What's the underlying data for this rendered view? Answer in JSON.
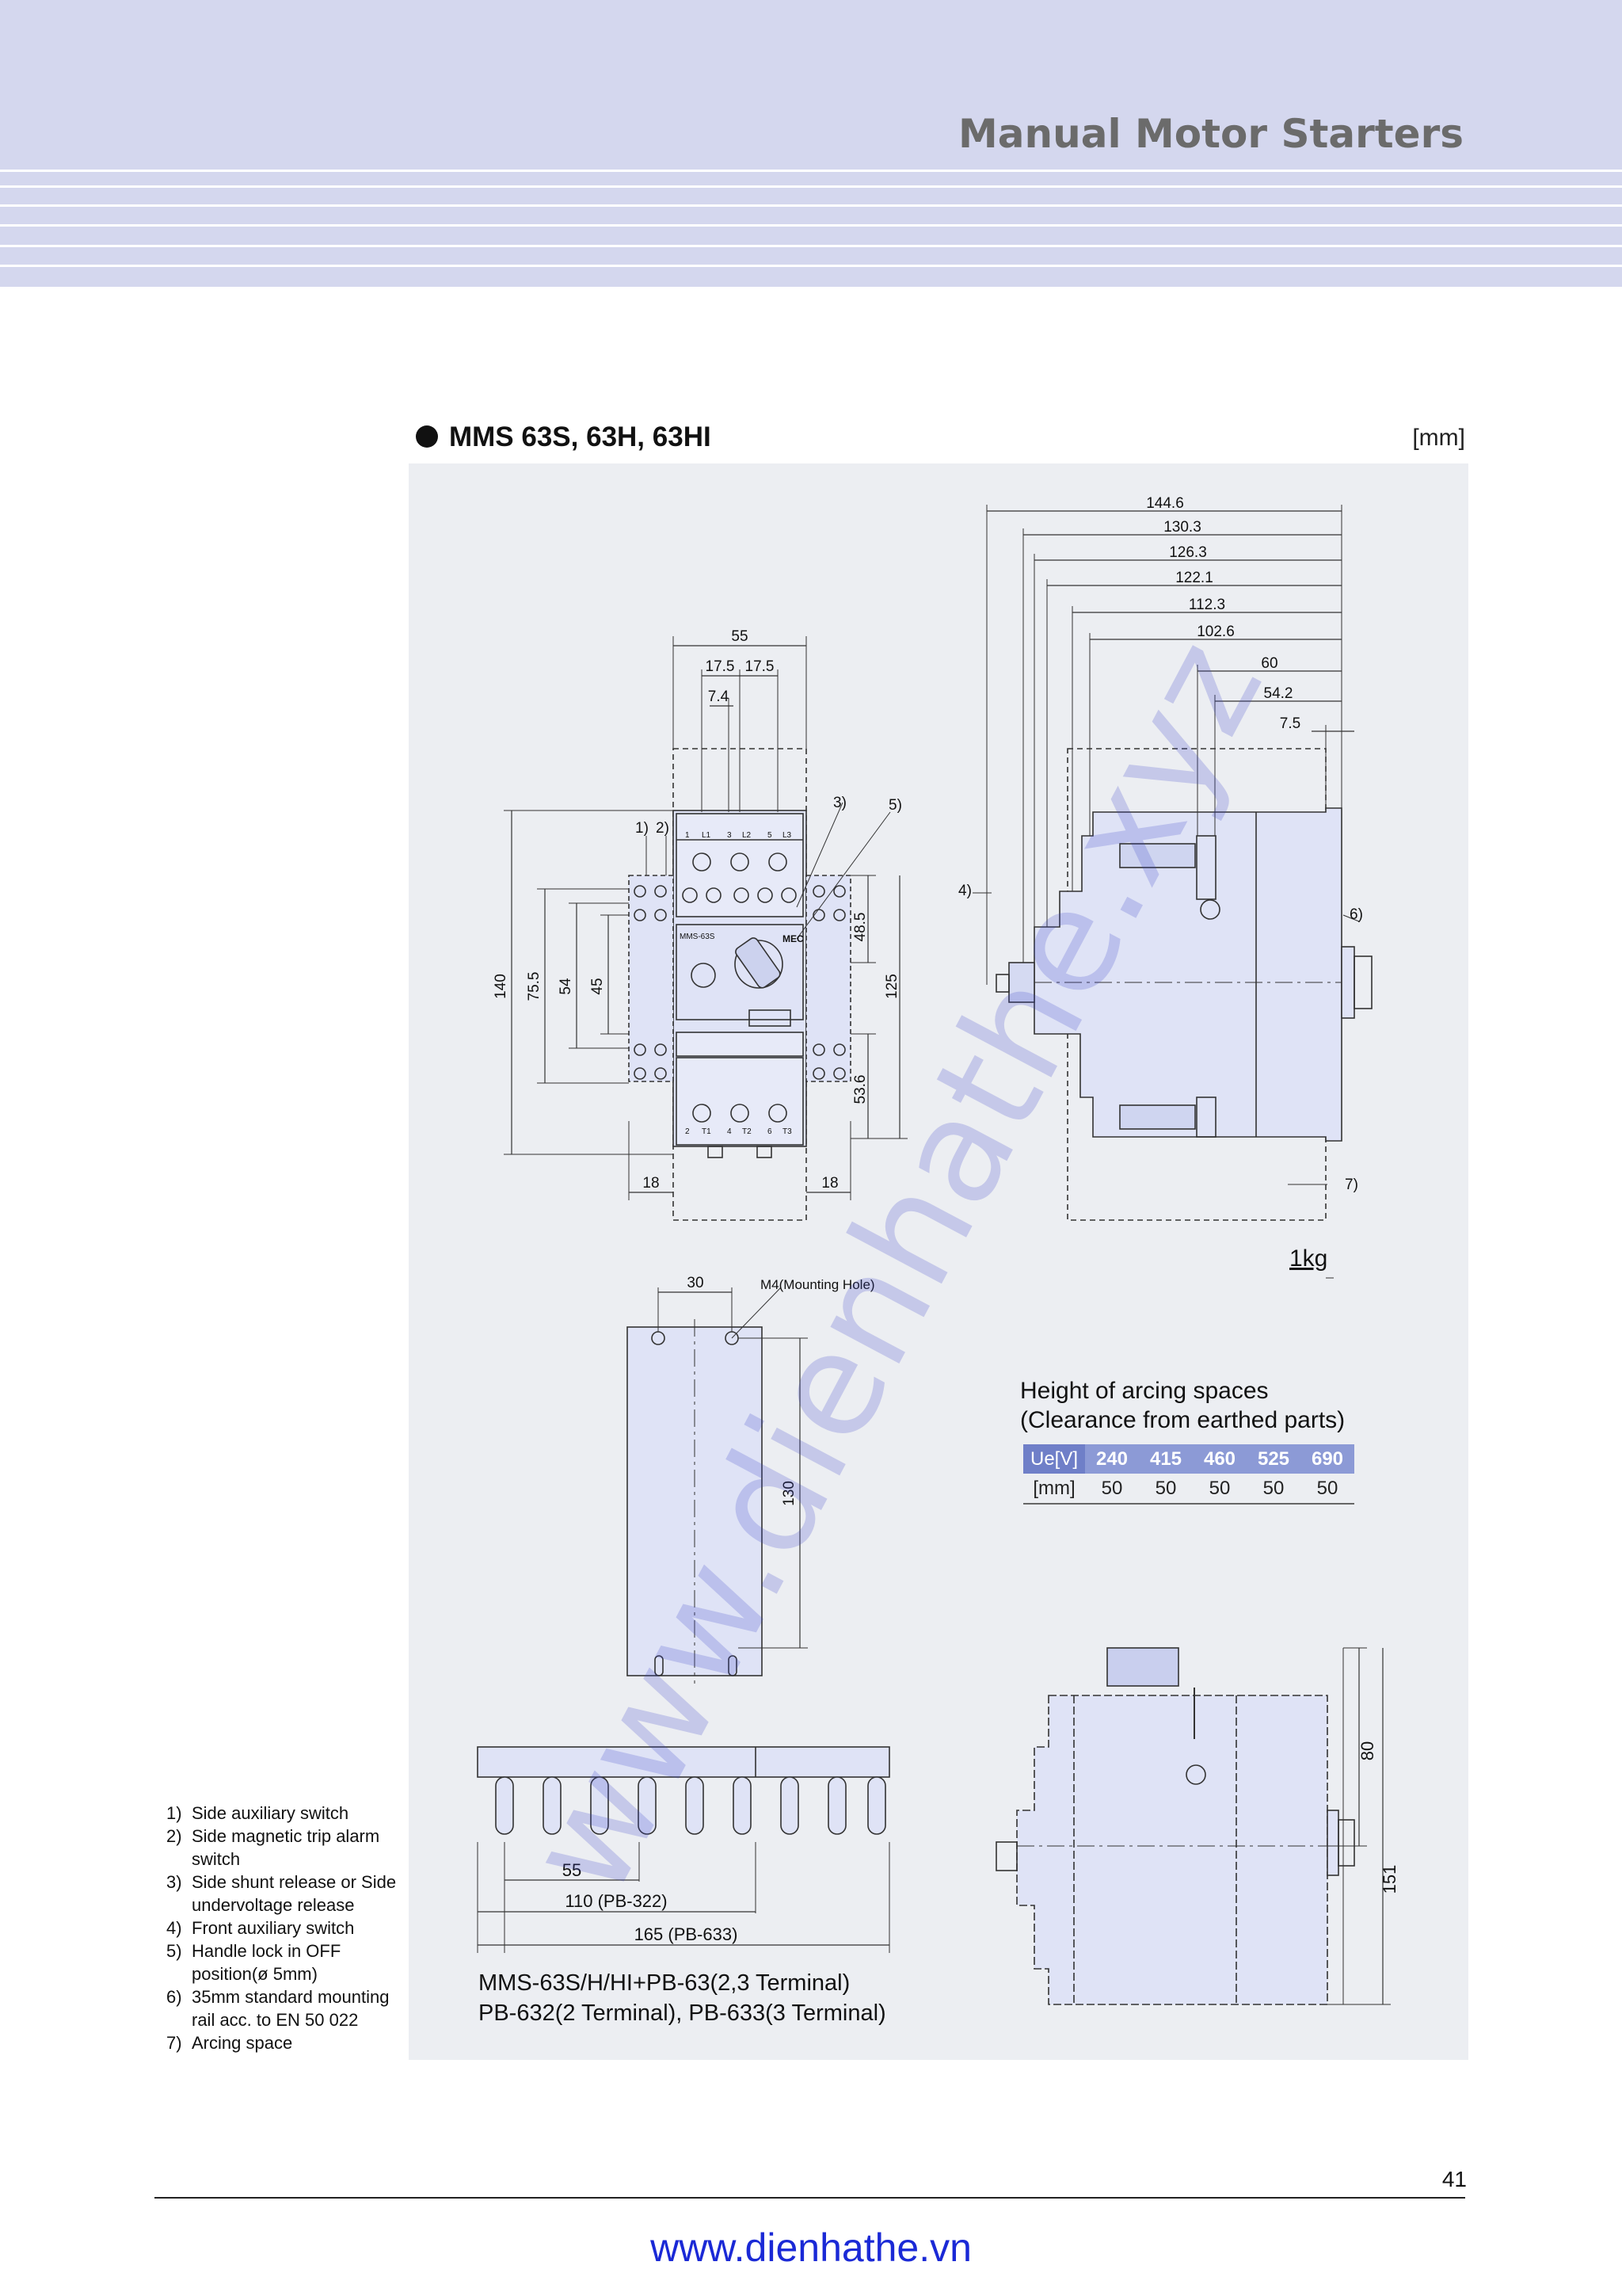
{
  "header": {
    "title": "Manual Motor Starters"
  },
  "section": {
    "title": "MMS 63S, 63H, 63HI",
    "unit": "[mm]"
  },
  "front_view": {
    "width_dims": [
      "55",
      "17.5",
      "17.5",
      "7.4"
    ],
    "height_dims": [
      "140",
      "75.5",
      "54",
      "45",
      "48.5",
      "125",
      "53.6"
    ],
    "side_dims": [
      "18",
      "18"
    ],
    "callouts": [
      "1)",
      "2)",
      "3)",
      "5)"
    ],
    "device_label": "MMS-63S",
    "brand": "MEC",
    "terminals_top": [
      "1",
      "L1",
      "3",
      "L2",
      "5",
      "L3"
    ],
    "terminals_bottom": [
      "2",
      "T1",
      "4",
      "T2",
      "6",
      "T3"
    ]
  },
  "side_view": {
    "depth_dims": [
      "144.6",
      "130.3",
      "126.3",
      "122.1",
      "112.3",
      "102.6",
      "60",
      "54.2",
      "7.5"
    ],
    "callouts": [
      "4)",
      "6)",
      "7)"
    ],
    "weight": "1kg"
  },
  "mounting": {
    "spacing": "30",
    "hole_label": "M4(Mounting Hole)",
    "height": "130"
  },
  "arcing": {
    "title_line1": "Height of arcing spaces",
    "title_line2": "(Clearance from earthed parts)",
    "header": [
      "Ue[V]",
      "240",
      "415",
      "460",
      "525",
      "690"
    ],
    "values": [
      "[mm]",
      "50",
      "50",
      "50",
      "50",
      "50"
    ]
  },
  "busbar": {
    "dims": [
      "55",
      "110 (PB-322)",
      "165 (PB-633)"
    ],
    "caption_line1": "MMS-63S/H/HI+PB-63(2,3 Terminal)",
    "caption_line2": "PB-632(2 Terminal), PB-633(3 Terminal)"
  },
  "aux_side_view": {
    "dims": [
      "80",
      "151"
    ]
  },
  "notes": [
    {
      "num": "1)",
      "text": "Side auxiliary switch"
    },
    {
      "num": "2)",
      "text": "Side magnetic trip alarm switch"
    },
    {
      "num": "3)",
      "text": "Side shunt release or Side undervoltage release"
    },
    {
      "num": "4)",
      "text": "Front auxiliary switch"
    },
    {
      "num": "5)",
      "text": "Handle lock in OFF position(ø 5mm)"
    },
    {
      "num": "6)",
      "text": "35mm  standard mounting rail acc. to EN 50 022"
    },
    {
      "num": "7)",
      "text": "Arcing space"
    }
  ],
  "footer": {
    "page_number": "41",
    "website": "www.dienhathe.vn"
  },
  "watermark": "www.dienhathe.xyz",
  "colors": {
    "header_band": "#d4d7ee",
    "panel": "#eceef2",
    "device_fill": "#dfe3f6",
    "table_header": "#8c9ad6",
    "website": "#1a29d6"
  }
}
